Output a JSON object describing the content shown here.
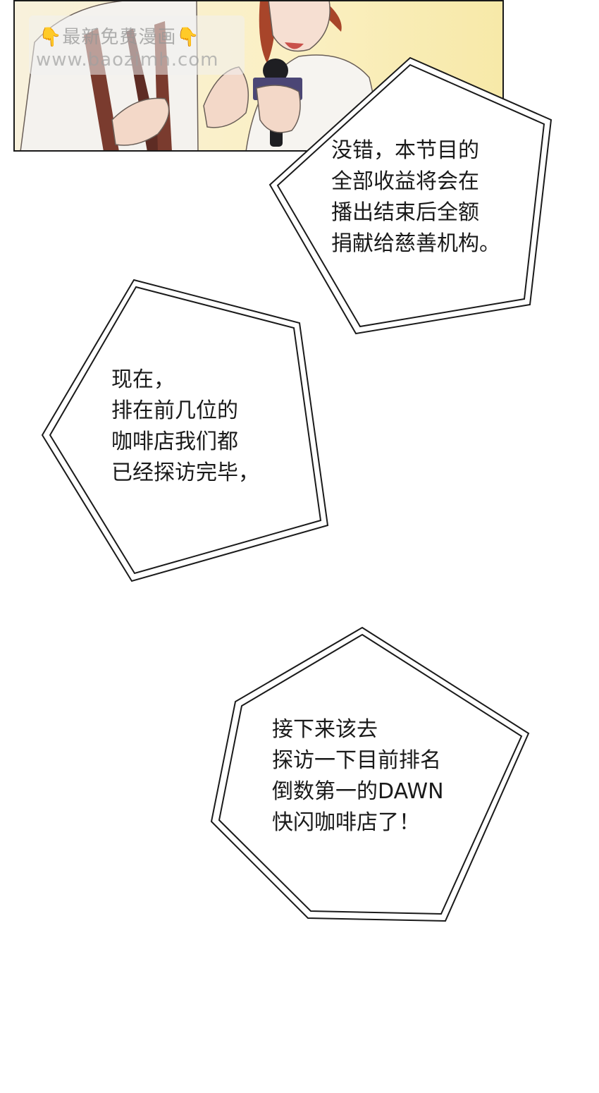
{
  "watermark": {
    "line1_emoji_left": "👇",
    "line1_text": "最新免费漫画",
    "line1_emoji_right": "👇",
    "line2_text": "www.baozimh.com"
  },
  "bubbles": [
    {
      "lines": [
        "没错，本节目的",
        "全部收益将会在",
        "播出结束后全额",
        "捐献给慈善机构。"
      ]
    },
    {
      "lines": [
        "现在，",
        "排在前几位的",
        "咖啡店我们都",
        "已经探访完毕，"
      ]
    },
    {
      "lines": [
        "接下来该去",
        "探访一下目前排名",
        "倒数第一的DAWN",
        "快闪咖啡店了！"
      ]
    }
  ]
}
